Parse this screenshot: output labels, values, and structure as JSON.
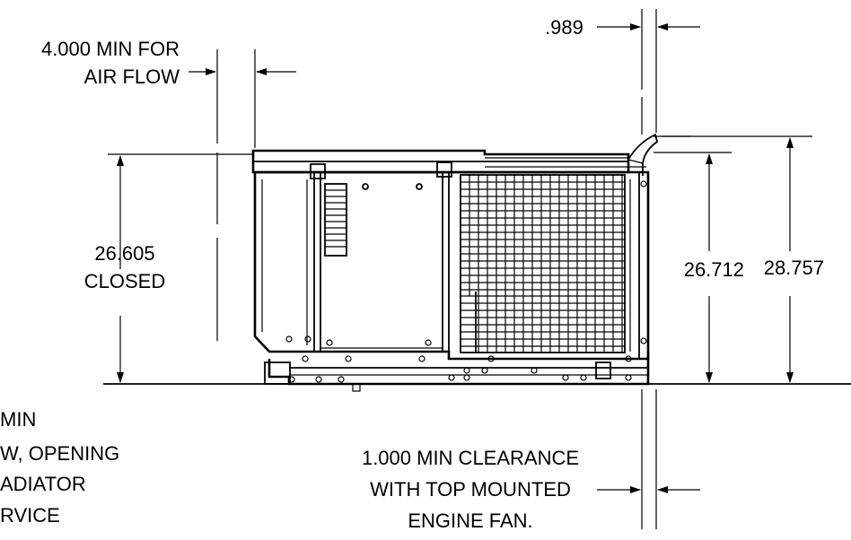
{
  "labels": {
    "dim_989": ".989",
    "airflow_line1": "4.000 MIN FOR",
    "airflow_line2": "AIR FLOW",
    "closed_value": "26.605",
    "closed_word": "CLOSED",
    "dim_26712": "26.712",
    "dim_28757": "28.757",
    "left_note_line1": "MIN",
    "left_note_line2": "W, OPENING",
    "left_note_line3": "ADIATOR",
    "left_note_line4": "RVICE",
    "clearance_line1": "1.000 MIN CLEARANCE",
    "clearance_line2": "WITH TOP MOUNTED",
    "clearance_line3": "ENGINE FAN."
  }
}
